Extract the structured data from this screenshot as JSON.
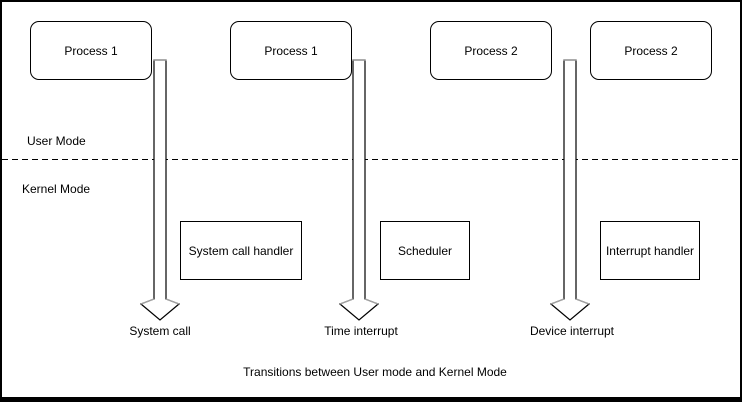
{
  "diagram": {
    "caption": "Transitions between User mode and Kernel Mode",
    "user_mode_label": "User Mode",
    "kernel_mode_label": "Kernel Mode",
    "process_boxes": [
      {
        "label": "Process 1"
      },
      {
        "label": "Process 1"
      },
      {
        "label": "Process 2"
      },
      {
        "label": "Process 2"
      }
    ],
    "handler_boxes": [
      {
        "label": "System call handler"
      },
      {
        "label": "Scheduler"
      },
      {
        "label": "Interrupt handler"
      }
    ],
    "transition_labels": [
      {
        "label": "System call"
      },
      {
        "label": "Time interrupt"
      },
      {
        "label": "Device interrupt"
      }
    ],
    "colors": {
      "background": "#ffffff",
      "shape_fill": "#ffffff",
      "stroke": "#000000",
      "arrow_accent": "#a3a3a3"
    }
  }
}
